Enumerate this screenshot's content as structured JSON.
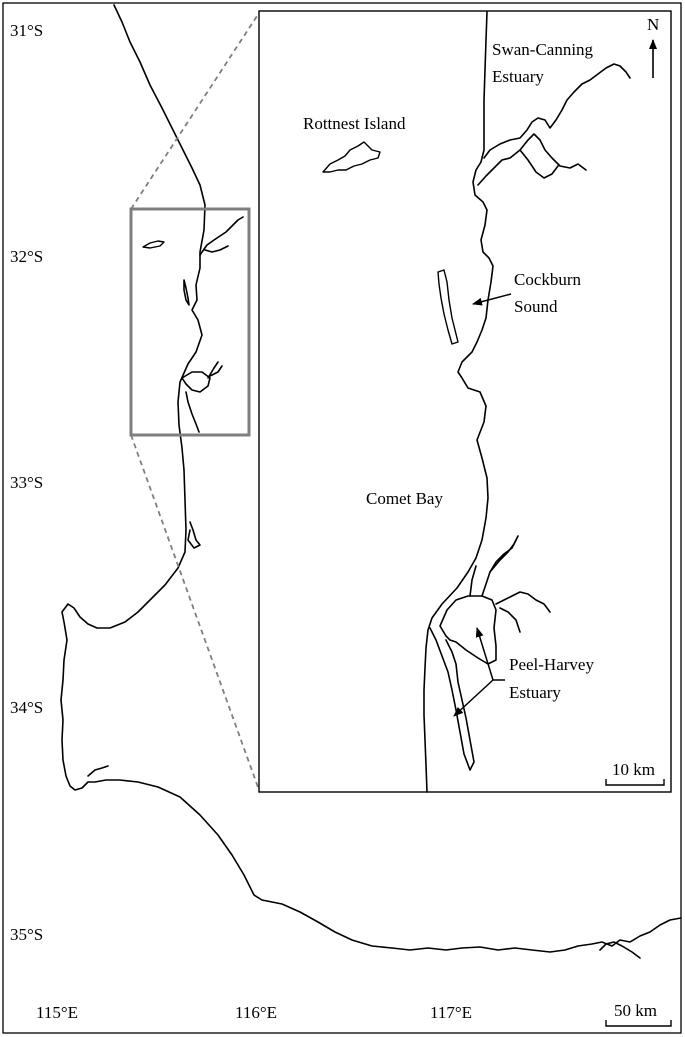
{
  "map": {
    "lat_ticks": [
      "31°S",
      "32°S",
      "33°S",
      "34°S",
      "35°S"
    ],
    "lon_ticks": [
      "115°E",
      "116°E",
      "117°E"
    ],
    "scale_bar_main": "50 km",
    "scale_bar_inset": "10 km",
    "north_arrow": "N",
    "colors": {
      "coast": "#000000",
      "inset_box": "#7f7f7f",
      "background": "#ffffff"
    },
    "inset_labels": {
      "swan_canning_1": "Swan-Canning",
      "swan_canning_2": "Estuary",
      "rottnest": "Rottnest Island",
      "cockburn_1": "Cockburn",
      "cockburn_2": "Sound",
      "comet_bay": "Comet Bay",
      "peel_harvey_1": "Peel-Harvey",
      "peel_harvey_2": "Estuary"
    }
  }
}
